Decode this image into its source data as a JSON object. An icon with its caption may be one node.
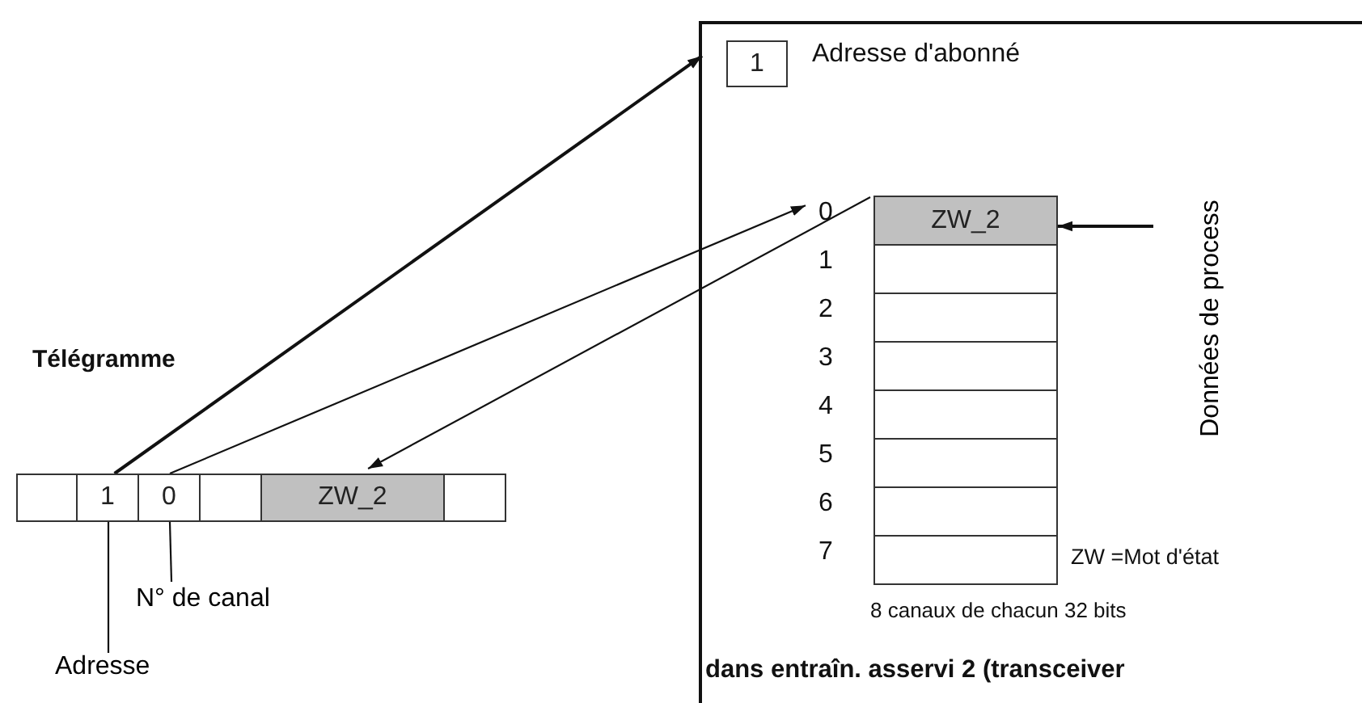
{
  "diagram": {
    "nodes": [
      {
        "text": [],
        "shape": "box"
      },
      {
        "text": [
          "1"
        ]
      },
      {
        "text": [
          "0"
        ]
      },
      {
        "text": [],
        "shape": "box"
      },
      {
        "text": [
          "ZW_2"
        ]
      },
      {
        "text": [],
        "shape": "box"
      },
      {
        "text": [
          "Adresse"
        ]
      },
      {
        "text": [
          "N° de canal"
        ]
      },
      {
        "text": [
          "dans entraîn. asservi 2 (transceiver"
        ]
      },
      {
        "text": [
          "1"
        ],
        "in": 8,
        "beside": [
          "Adresse d'abonné"
        ]
      },
      {
        "text": [
          "ZW_2"
        ],
        "in": 8,
        "beside": [
          "0"
        ]
      },
      {
        "text": [],
        "shape": "box",
        "in": 8,
        "beside": [
          "1"
        ]
      },
      {
        "text": [],
        "shape": "box",
        "in": 8,
        "beside": [
          "2"
        ]
      },
      {
        "text": [],
        "shape": "box",
        "in": 8,
        "beside": [
          "3"
        ]
      },
      {
        "text": [],
        "shape": "box",
        "in": 8,
        "beside": [
          "4"
        ]
      },
      {
        "text": [],
        "shape": "box",
        "in": 8,
        "beside": [
          "5"
        ]
      },
      {
        "text": [],
        "shape": "box",
        "in": 8,
        "beside": [
          "6"
        ]
      },
      {
        "text": [],
        "shape": "box",
        "in": 8,
        "beside": [
          "7"
        ]
      },
      {
        "text": [
          "Données de process"
        ],
        "in": 8
      }
    ],
    "edges": [
      {
        "from": 1,
        "to": 9,
        "arrow": "to"
      },
      {
        "from": 2,
        "to": 10,
        "arrow": "to"
      },
      {
        "from": 10,
        "to": 4,
        "arrow": "to"
      },
      {
        "from": 18,
        "to": 10,
        "arrow": "to"
      },
      {
        "from": 6,
        "to": 1,
        "arrow": "none"
      },
      {
        "from": 7,
        "to": 2,
        "arrow": "none"
      }
    ],
    "labels": [
      "Télégramme",
      "ZW =Mot d'état",
      "8 canaux de chacun 32 bits"
    ]
  }
}
